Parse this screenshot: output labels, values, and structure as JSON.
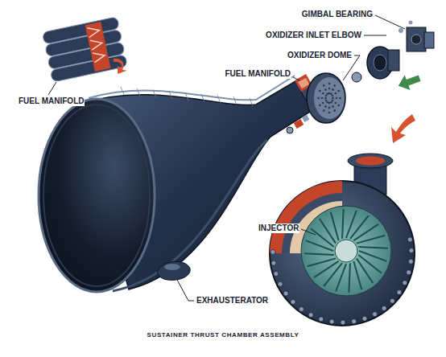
{
  "diagram": {
    "caption": "SUSTAINER THRUST CHAMBER ASSEMBLY",
    "labels": [
      "GIMBAL BEARING",
      "OXIDIZER INLET ELBOW",
      "OXIDIZER DOME",
      "FUEL MANIFOLD",
      "FUEL MANIFOLD",
      "INJECTOR",
      "EXHAUSTERATOR"
    ]
  }
}
